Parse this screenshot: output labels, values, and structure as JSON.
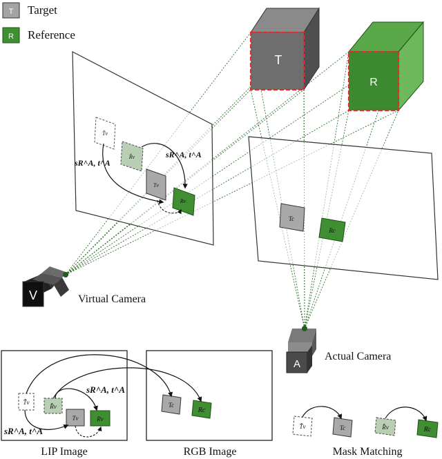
{
  "legend": {
    "target_label": "Target",
    "target_glyph": "T",
    "reference_label": "Reference",
    "reference_glyph": "R"
  },
  "cubes": {
    "target_glyph": "T",
    "reference_glyph": "R"
  },
  "cameras": {
    "virtual_label": "Virtual Camera",
    "virtual_glyph": "V",
    "actual_label": "Actual Camera",
    "actual_glyph": "A"
  },
  "virtual_plane": {
    "pred_target": "T̂v",
    "pred_reference": "R̂v",
    "target": "Tv",
    "reference": "Rv",
    "transform_top": "sR^A, t^A",
    "transform_left": "sR^A, t^A"
  },
  "actual_plane": {
    "target": "Tc",
    "reference": "Rc"
  },
  "panels": {
    "lip_caption": "LIP Image",
    "rgb_caption": "RGB Image",
    "mask_caption": "Mask Matching",
    "lip_transform_top": "sR^A, t^A",
    "lip_transform_left": "sR^A, t^A",
    "lip_pred_target": "T̂v",
    "lip_pred_reference": "R̂v",
    "lip_target": "Tv",
    "lip_reference": "Rv",
    "rgb_target": "Tc",
    "rgb_reference": "Rc",
    "mask_pred_target": "T̂v",
    "mask_target": "Tc",
    "mask_pred_reference": "R̂v",
    "mask_reference": "Rc"
  },
  "colors": {
    "target_fill": "#9b9b9b",
    "target_dark": "#5f5f5f",
    "reference_fill": "#3f8f32",
    "reference_light": "#5aa84a",
    "red_outline": "#e8292a",
    "ray_color": "#2e6f2e"
  }
}
